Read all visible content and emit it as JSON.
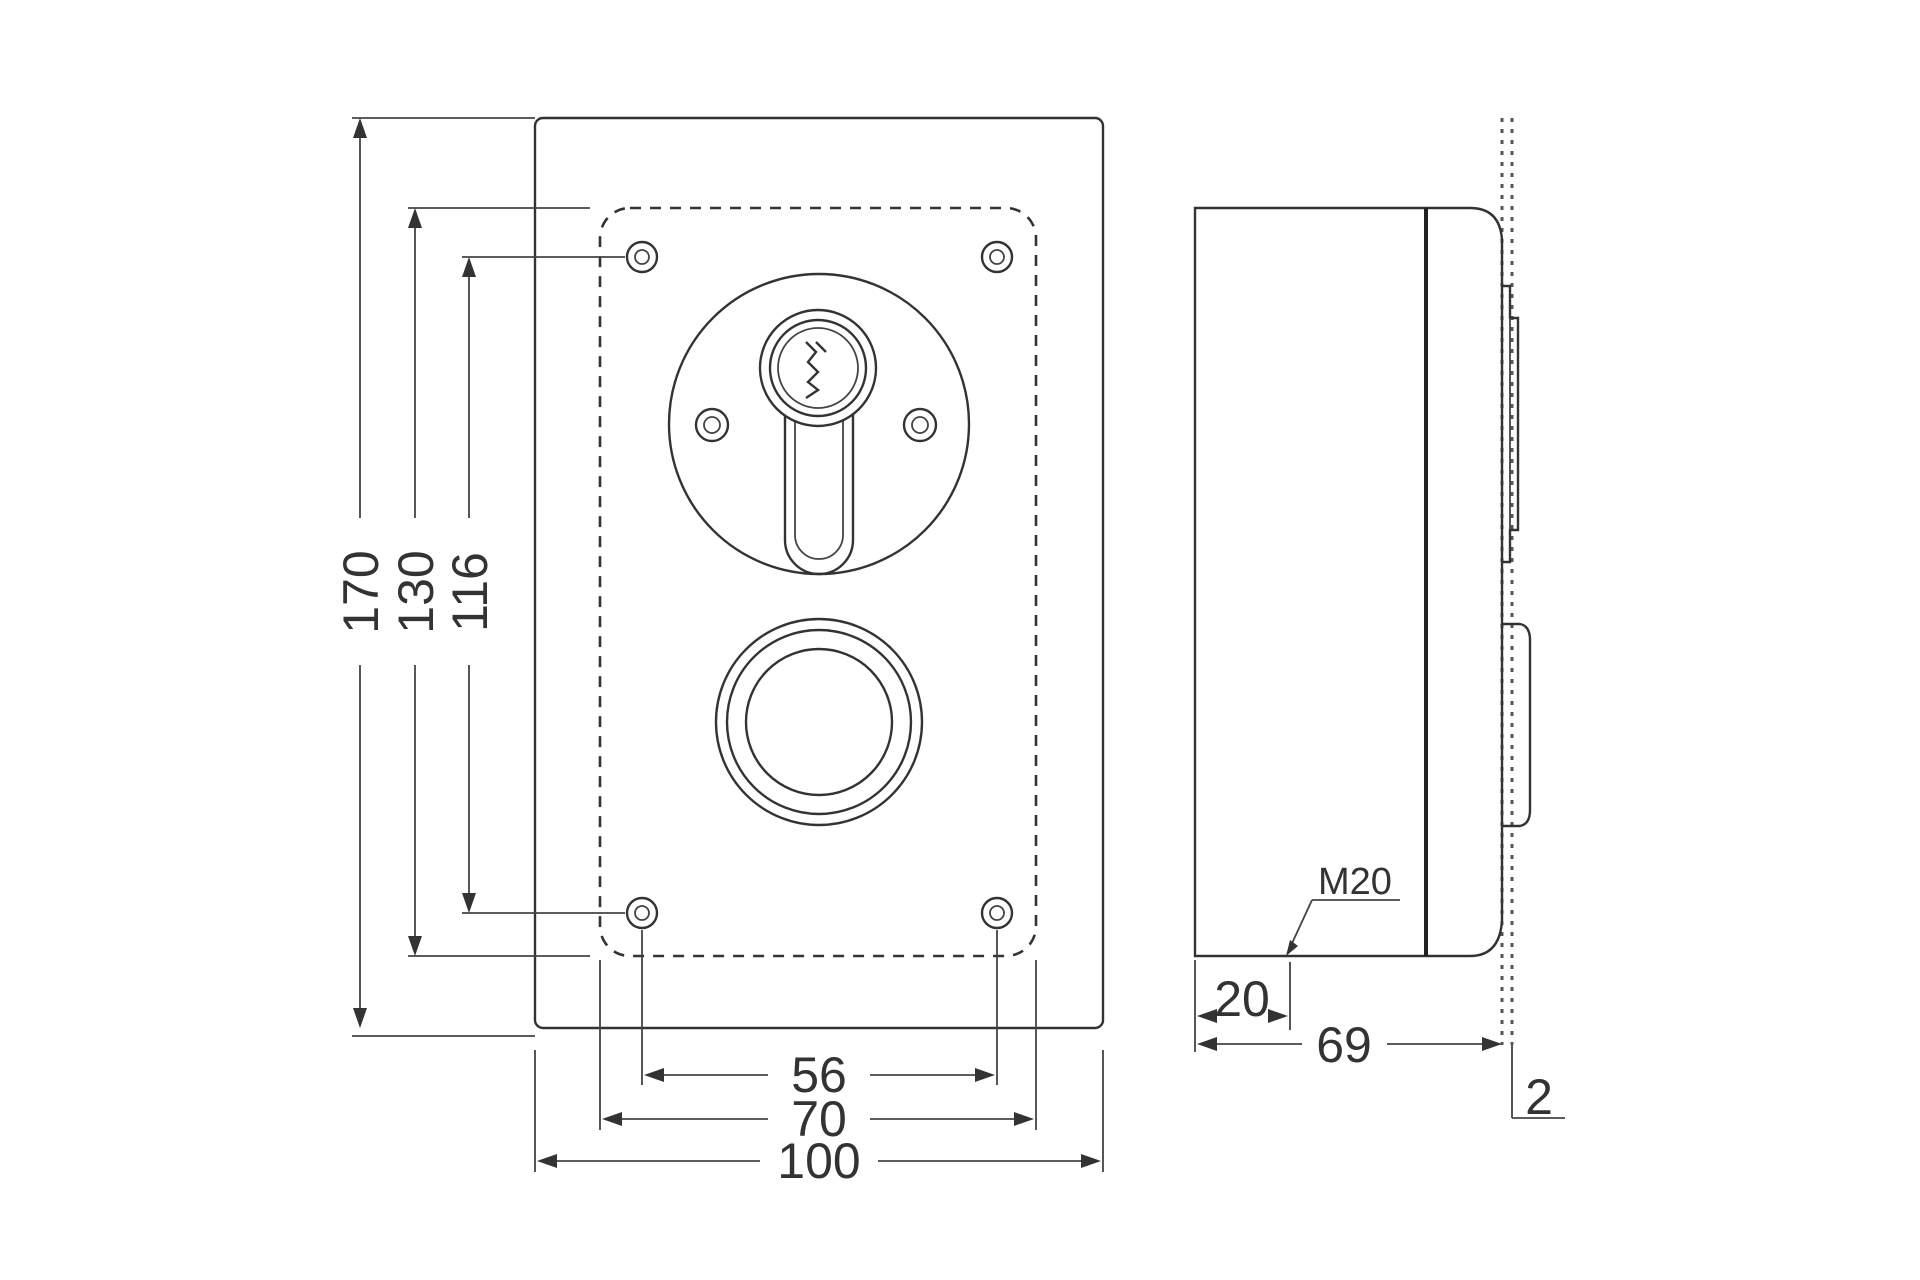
{
  "front_view": {
    "dims": {
      "height_overall": "170",
      "height_inner": "130",
      "height_holes": "116",
      "width_holes": "56",
      "width_inner": "70",
      "width_overall": "100"
    }
  },
  "side_view": {
    "dims": {
      "thread": "M20",
      "depth_gland": "20",
      "depth_overall": "69",
      "offset": "2"
    }
  },
  "colors": {
    "line": "#333333",
    "background": "#ffffff"
  }
}
